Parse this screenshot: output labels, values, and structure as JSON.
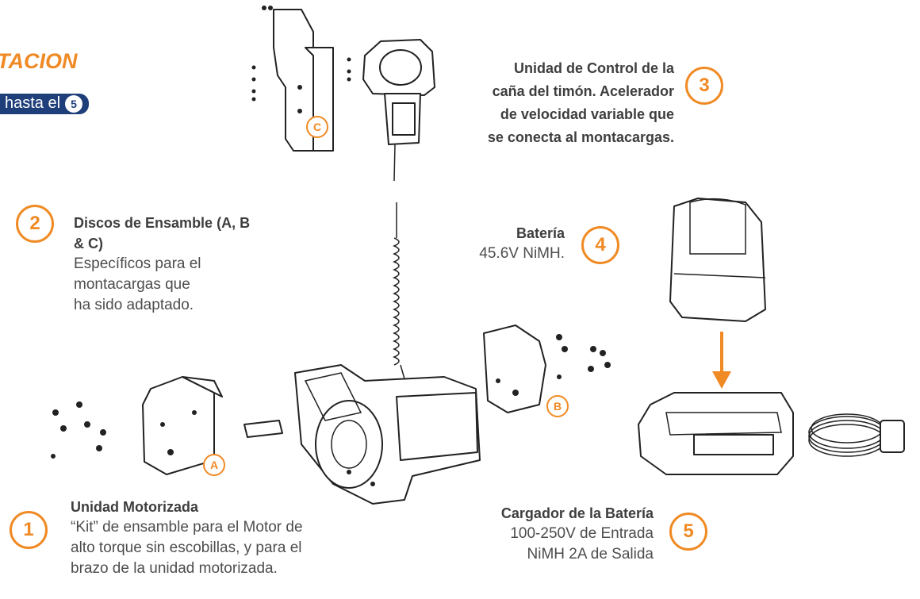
{
  "header": {
    "title_fragment": "TACION",
    "pill_text": "hasta el",
    "pill_number": "5"
  },
  "items": [
    {
      "number": "1",
      "title": "Unidad Motorizada",
      "lines": [
        "“Kit” de ensamble para el Motor de",
        "alto torque sin escobillas, y para el",
        "brazo de la unidad  motorizada."
      ]
    },
    {
      "number": "2",
      "title": "Discos de Ensamble (A, B & C)",
      "lines": [
        "Específicos para el montacargas que",
        "ha sido adaptado."
      ]
    },
    {
      "number": "3",
      "lines": [
        "Unidad de Control de la",
        "caña del timón. Acelerador",
        "de velocidad variable que",
        "se conecta al montacargas."
      ]
    },
    {
      "number": "4",
      "title": "Batería",
      "lines": [
        "45.6V NiMH."
      ]
    },
    {
      "number": "5",
      "title": "Cargador de la Batería",
      "lines": [
        "100-250V  de Entrada",
        "NiMH 2A  de Salida"
      ]
    }
  ],
  "part_labels": {
    "a": "A",
    "b": "B",
    "c": "C"
  },
  "colors": {
    "accent": "#f08a24",
    "pill_bg": "#1f3f7a",
    "text": "#4d4d4d"
  },
  "icons": [
    "motor-unit-illustration",
    "plate-a-illustration",
    "plate-b-illustration",
    "plate-c-illustration",
    "tiller-control-illustration",
    "battery-illustration",
    "charger-illustration",
    "power-cord-illustration",
    "arrow-down-icon"
  ]
}
